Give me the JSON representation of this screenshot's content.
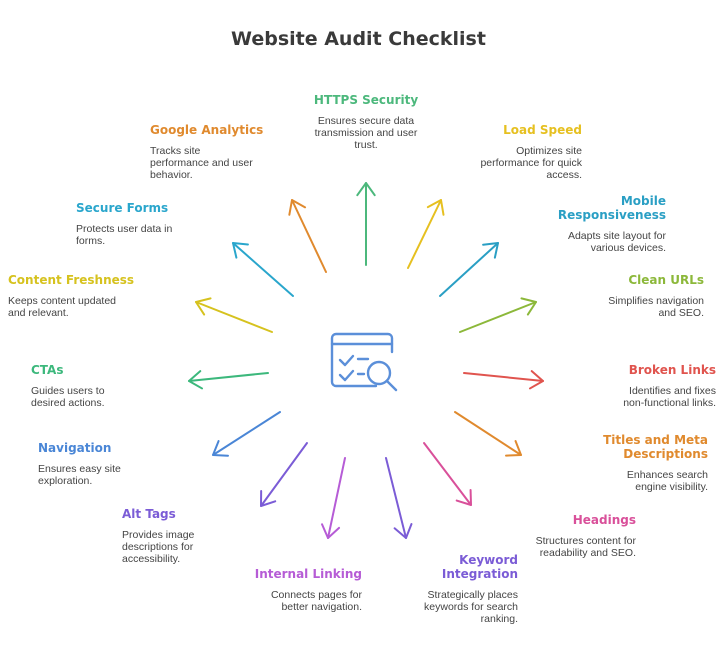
{
  "title": "Website Audit Checklist",
  "items": [
    {
      "id": "https",
      "title": "HTTPS Security",
      "desc": [
        "Ensures secure data",
        "transmission and user",
        "trust."
      ],
      "color": "#4cb87c"
    },
    {
      "id": "load",
      "title": "Load Speed",
      "desc": [
        "Optimizes site",
        "performance for quick",
        "access."
      ],
      "color": "#e6c020"
    },
    {
      "id": "mobile",
      "title": "Mobile Responsiveness",
      "titleLines": [
        "Mobile",
        "Responsiveness"
      ],
      "desc": [
        "Adapts site layout for",
        "various devices."
      ],
      "color": "#2a9fc4"
    },
    {
      "id": "clean",
      "title": "Clean URLs",
      "desc": [
        "Simplifies navigation",
        "and SEO."
      ],
      "color": "#8cb83a"
    },
    {
      "id": "broken",
      "title": "Broken Links",
      "desc": [
        "Identifies and fixes",
        "non-functional links."
      ],
      "color": "#e0544e"
    },
    {
      "id": "titles",
      "title": "Titles and Meta Descriptions",
      "titleLines": [
        "Titles and Meta",
        "Descriptions"
      ],
      "desc": [
        "Enhances search",
        "engine visibility."
      ],
      "color": "#e08a2e"
    },
    {
      "id": "headings",
      "title": "Headings",
      "desc": [
        "Structures content for",
        "readability and SEO."
      ],
      "color": "#d9509a"
    },
    {
      "id": "keyword",
      "title": "Keyword Integration",
      "titleLines": [
        "Keyword",
        "Integration"
      ],
      "desc": [
        "Strategically places",
        "keywords for search",
        "ranking."
      ],
      "color": "#7b5cd6"
    },
    {
      "id": "internal",
      "title": "Internal Linking",
      "desc": [
        "Connects pages for",
        "better navigation."
      ],
      "color": "#b65cd6"
    },
    {
      "id": "alt",
      "title": "Alt Tags",
      "desc": [
        "Provides image",
        "descriptions for",
        "accessibility."
      ],
      "color": "#7b5cd6"
    },
    {
      "id": "nav",
      "title": "Navigation",
      "desc": [
        "Ensures easy site",
        "exploration."
      ],
      "color": "#4a86d6"
    },
    {
      "id": "ctas",
      "title": "CTAs",
      "desc": [
        "Guides users to",
        "desired actions."
      ],
      "color": "#3cb87c"
    },
    {
      "id": "fresh",
      "title": "Content Freshness",
      "desc": [
        "Keeps content updated",
        "and relevant."
      ],
      "color": "#d6c21e"
    },
    {
      "id": "forms",
      "title": "Secure Forms",
      "desc": [
        "Protects user data in",
        "forms."
      ],
      "color": "#2aa6cc"
    },
    {
      "id": "ga",
      "title": "Google Analytics",
      "desc": [
        "Tracks site",
        "performance and user",
        "behavior."
      ],
      "color": "#e08a2e"
    }
  ],
  "icon": {
    "name": "audit-search-icon",
    "color": "#5b8fd9"
  }
}
